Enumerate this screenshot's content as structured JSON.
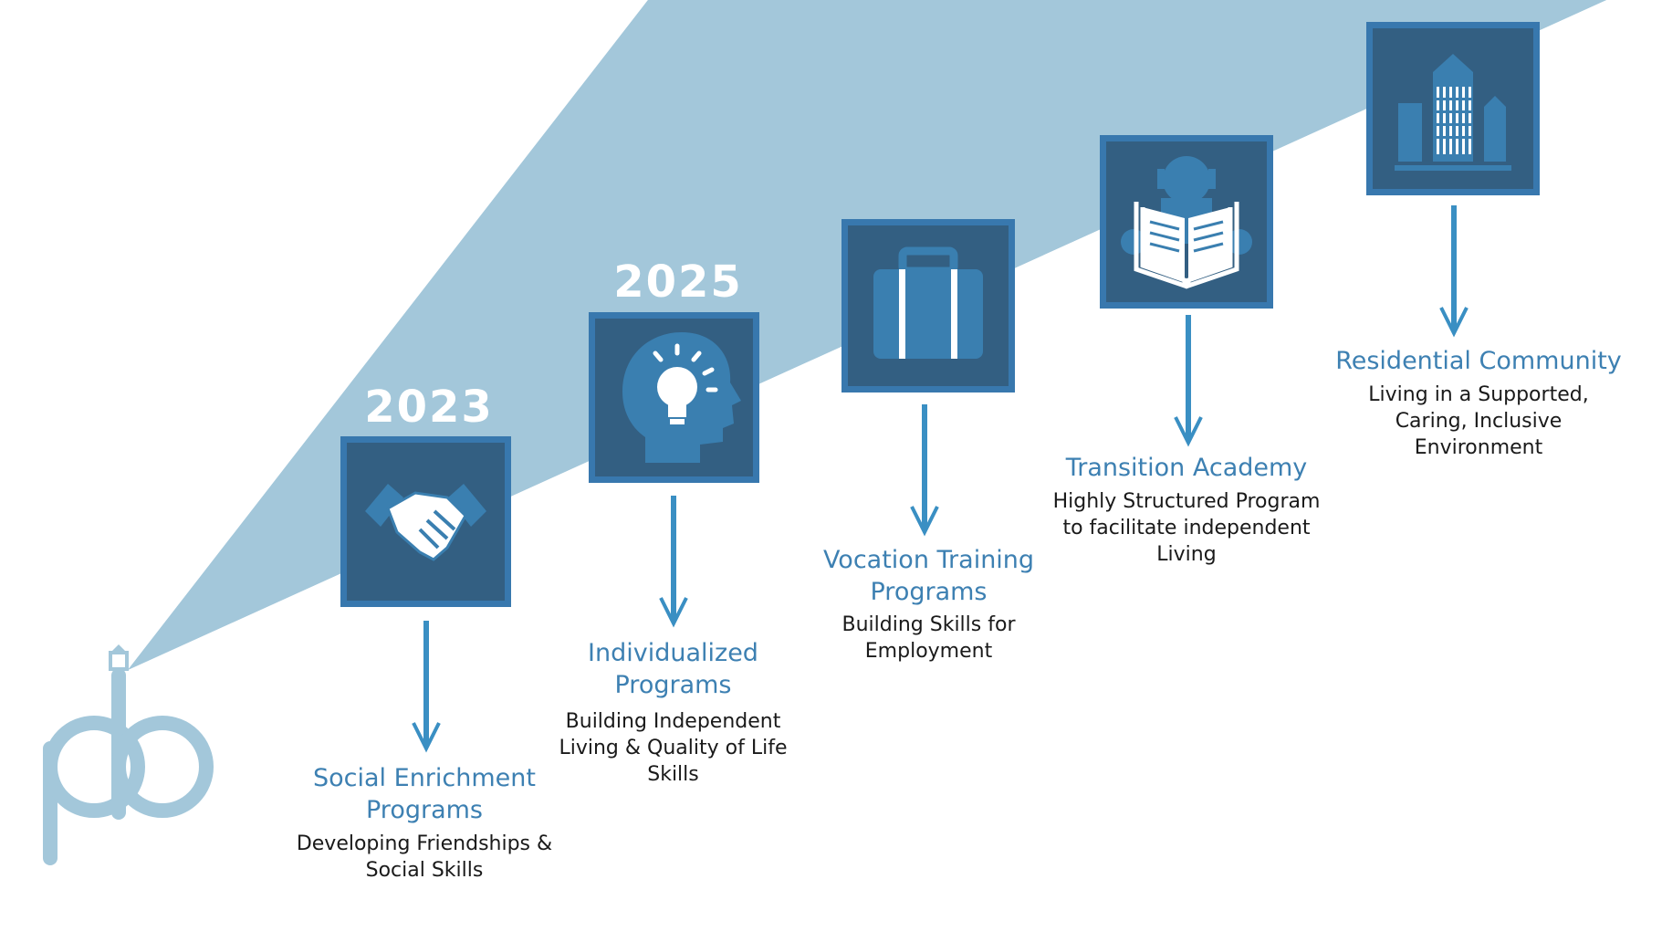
{
  "colors": {
    "wedge": "#a3c7da",
    "tile_border": "#3878ae",
    "tile_fill": "#335f82",
    "icon": "#3a7fb0",
    "arrow": "#3a8fc3",
    "title": "#3d80b2",
    "logo": "#a3c7da"
  },
  "logo": {
    "letters": "pb"
  },
  "years": [
    {
      "label": "2023"
    },
    {
      "label": "2025"
    }
  ],
  "steps": [
    {
      "icon": "handshake-icon",
      "title": "Social Enrichment Programs",
      "description": "Developing Friendships & Social Skills"
    },
    {
      "icon": "lightbulb-head-icon",
      "title": "Individualized Programs",
      "description": "Building Independent Living & Quality of Life Skills"
    },
    {
      "icon": "briefcase-icon",
      "title": "Vocation Training Programs",
      "description": "Building Skills for Employment"
    },
    {
      "icon": "reading-person-icon",
      "title": "Transition Academy",
      "description": "Highly Structured Program to facilitate independent Living"
    },
    {
      "icon": "building-icon",
      "title": "Residential Community",
      "description": "Living in a Supported, Caring, Inclusive Environment"
    }
  ]
}
